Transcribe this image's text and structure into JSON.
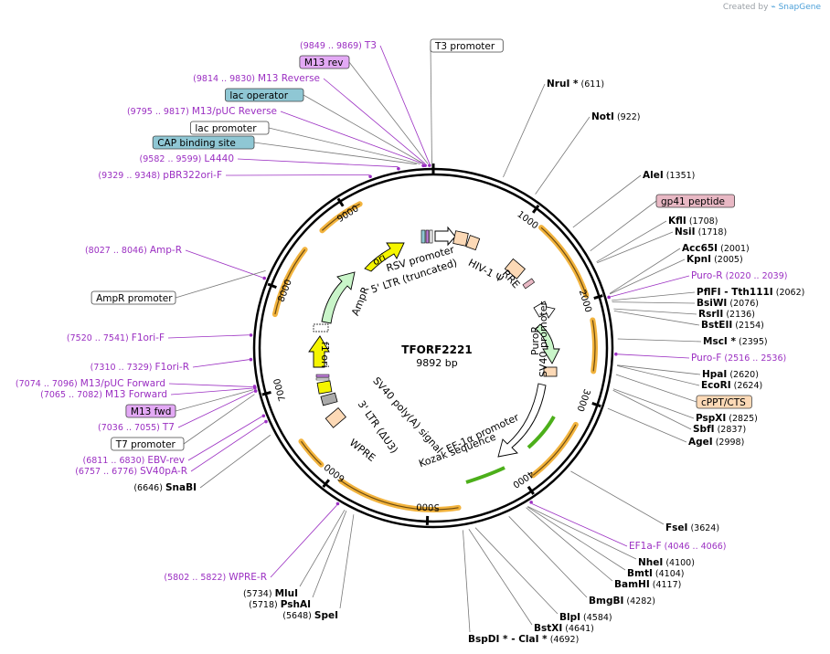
{
  "watermark": {
    "prefix": "Created by",
    "brand": "SnapGene"
  },
  "plasmid": {
    "name": "TFORF2221",
    "length_label": "9892 bp",
    "length": 9892
  },
  "ticks": [
    {
      "pos": 1000,
      "label": "1000"
    },
    {
      "pos": 2000,
      "label": "2000"
    },
    {
      "pos": 3000,
      "label": "3000"
    },
    {
      "pos": 4000,
      "label": "4000"
    },
    {
      "pos": 5000,
      "label": "5000"
    },
    {
      "pos": 6000,
      "label": "6000"
    },
    {
      "pos": 7000,
      "label": "7000"
    },
    {
      "pos": 8000,
      "label": "8000"
    },
    {
      "pos": 9000,
      "label": "9000"
    }
  ],
  "colors": {
    "primer": "#9b2fc2",
    "site": "#000000",
    "ampr": "#c9f5c9",
    "ori": "#f5f500",
    "purple_box": "#e3a9f5",
    "teal_box": "#8fc7d4",
    "pink_box": "#e8b8c4",
    "peach_box": "#fcd9b6"
  },
  "left_labels": [
    {
      "kind": "primer",
      "num": "(9849 .. 9869)",
      "name": "T3",
      "pos": 9859
    },
    {
      "kind": "box",
      "name": "M13 rev",
      "style": "purple",
      "pos": 9845
    },
    {
      "kind": "primer",
      "num": "(9814 .. 9830)",
      "name": "M13 Reverse",
      "pos": 9822
    },
    {
      "kind": "box",
      "name": "lac operator",
      "style": "teal",
      "pos": 9810
    },
    {
      "kind": "primer",
      "num": "(9795 .. 9817)",
      "name": "M13/pUC Reverse",
      "pos": 9806
    },
    {
      "kind": "box",
      "name": "lac promoter",
      "style": "white",
      "pos": 9780
    },
    {
      "kind": "box",
      "name": "CAP binding site",
      "style": "teal",
      "pos": 9750
    },
    {
      "kind": "primer",
      "num": "(9582 .. 9599)",
      "name": "L4440",
      "pos": 9590
    },
    {
      "kind": "primer",
      "num": "(9329 .. 9348)",
      "name": "pBR322ori-F",
      "pos": 9338
    },
    {
      "kind": "primer",
      "num": "(8027 .. 8046)",
      "name": "Amp-R",
      "pos": 8036
    },
    {
      "kind": "box",
      "name": "AmpR promoter",
      "style": "white",
      "pos": 8100
    },
    {
      "kind": "primer",
      "num": "(7520 .. 7541)",
      "name": "F1ori-F",
      "pos": 7530
    },
    {
      "kind": "primer",
      "num": "(7310 .. 7329)",
      "name": "F1ori-R",
      "pos": 7320
    },
    {
      "kind": "primer",
      "num": "(7074 .. 7096)",
      "name": "M13/pUC Forward",
      "pos": 7085
    },
    {
      "kind": "primer",
      "num": "(7065 .. 7082)",
      "name": "M13 Forward",
      "pos": 7073
    },
    {
      "kind": "box",
      "name": "M13 fwd",
      "style": "purple",
      "pos": 7060
    },
    {
      "kind": "primer",
      "num": "(7036 .. 7055)",
      "name": "T7",
      "pos": 7045
    },
    {
      "kind": "box",
      "name": "T7 promoter",
      "style": "white",
      "pos": 7020
    },
    {
      "kind": "primer",
      "num": "(6811 .. 6830)",
      "name": "EBV-rev",
      "pos": 6820
    },
    {
      "kind": "primer",
      "num": "(6757 .. 6776)",
      "name": "SV40pA-R",
      "pos": 6766
    },
    {
      "kind": "site",
      "num": "(6646)",
      "name": "SnaBI",
      "pos": 6646
    }
  ],
  "right_labels": [
    {
      "kind": "box",
      "name": "T3 promoter",
      "style": "white",
      "pos": 9880
    },
    {
      "kind": "site",
      "name": "NruI *",
      "num": "(611)",
      "pos": 611
    },
    {
      "kind": "site",
      "name": "NotI",
      "num": "(922)",
      "pos": 922
    },
    {
      "kind": "site",
      "name": "AleI",
      "num": "(1351)",
      "pos": 1351
    },
    {
      "kind": "box",
      "name": "gp41 peptide",
      "style": "pink",
      "pos": 1600
    },
    {
      "kind": "site",
      "name": "KflI",
      "num": "(1708)",
      "pos": 1708
    },
    {
      "kind": "site",
      "name": "NsiI",
      "num": "(1718)",
      "pos": 1718
    },
    {
      "kind": "site",
      "name": "Acc65I",
      "num": "(2001)",
      "pos": 2001
    },
    {
      "kind": "site",
      "name": "KpnI",
      "num": "(2005)",
      "pos": 2005
    },
    {
      "kind": "primer",
      "name": "Puro-R",
      "num": "(2020 .. 2039)",
      "pos": 2030
    },
    {
      "kind": "site2",
      "name": "PflFI",
      "name2": "Tth111I",
      "num": "(2062)",
      "pos": 2062
    },
    {
      "kind": "site",
      "name": "BsiWI",
      "num": "(2076)",
      "pos": 2076
    },
    {
      "kind": "site",
      "name": "RsrII",
      "num": "(2136)",
      "pos": 2136
    },
    {
      "kind": "site",
      "name": "BstEII",
      "num": "(2154)",
      "pos": 2154
    },
    {
      "kind": "site",
      "name": "MscI *",
      "num": "(2395)",
      "pos": 2395
    },
    {
      "kind": "primer",
      "name": "Puro-F",
      "num": "(2516 .. 2536)",
      "pos": 2526
    },
    {
      "kind": "site",
      "name": "HpaI",
      "num": "(2620)",
      "pos": 2620
    },
    {
      "kind": "site",
      "name": "EcoRI",
      "num": "(2624)",
      "pos": 2624
    },
    {
      "kind": "box",
      "name": "cPPT/CTS",
      "style": "peach",
      "pos": 2700
    },
    {
      "kind": "site",
      "name": "PspXI",
      "num": "(2825)",
      "pos": 2825
    },
    {
      "kind": "site",
      "name": "SbfI",
      "num": "(2837)",
      "pos": 2837
    },
    {
      "kind": "site",
      "name": "AgeI",
      "num": "(2998)",
      "pos": 2998
    }
  ],
  "bottom_labels": [
    {
      "kind": "site",
      "name": "FseI",
      "num": "(3624)",
      "pos": 3624
    },
    {
      "kind": "primer",
      "name": "EF1a-F",
      "num": "(4046 .. 4066)",
      "pos": 4056
    },
    {
      "kind": "site",
      "name": "NheI",
      "num": "(4100)",
      "pos": 4100
    },
    {
      "kind": "site",
      "name": "BmtI",
      "num": "(4104)",
      "pos": 4104
    },
    {
      "kind": "site",
      "name": "BamHI",
      "num": "(4117)",
      "pos": 4117
    },
    {
      "kind": "site",
      "name": "BmgBI",
      "num": "(4282)",
      "pos": 4282
    },
    {
      "kind": "site",
      "name": "BlpI",
      "num": "(4584)",
      "pos": 4584
    },
    {
      "kind": "site",
      "name": "BstXI",
      "num": "(4641)",
      "pos": 4641
    },
    {
      "kind": "site2",
      "name": "BspDI *",
      "name2": "ClaI *",
      "num": "(4692)",
      "pos": 4692
    },
    {
      "kind": "primer",
      "name": "WPRE-R",
      "num": "(5802 .. 5822)",
      "pos": 5812
    },
    {
      "kind": "site",
      "name": "MluI",
      "num": "(5734)",
      "pos": 5734
    },
    {
      "kind": "site",
      "name": "PshAI",
      "num": "(5718)",
      "pos": 5718
    },
    {
      "kind": "site",
      "name": "SpeI",
      "num": "(5648)",
      "pos": 5648
    }
  ],
  "inner_features": [
    {
      "name": "RSV promoter",
      "pos": 9950
    },
    {
      "name": "5' LTR (truncated)",
      "pos": 9950
    },
    {
      "name": "HIV-1 Ψ",
      "pos": 500
    },
    {
      "name": "RRE",
      "pos": 1000
    },
    {
      "name": "PuroR",
      "pos": 2400
    },
    {
      "name": "SV40 promoter",
      "pos": 2300
    },
    {
      "name": "EF-1α promoter",
      "pos": 3800
    },
    {
      "name": "Kozak sequence",
      "pos": 4100
    },
    {
      "name": "WPRE",
      "pos": 6300
    },
    {
      "name": "3' LTR (ΔU3)",
      "pos": 6600
    },
    {
      "name": "SV40 poly(A) signal",
      "pos": 6700
    },
    {
      "name": "f1 ori",
      "pos": 7300
    },
    {
      "name": "AmpR",
      "pos": 8300
    },
    {
      "name": "ori",
      "pos": 9300
    }
  ]
}
